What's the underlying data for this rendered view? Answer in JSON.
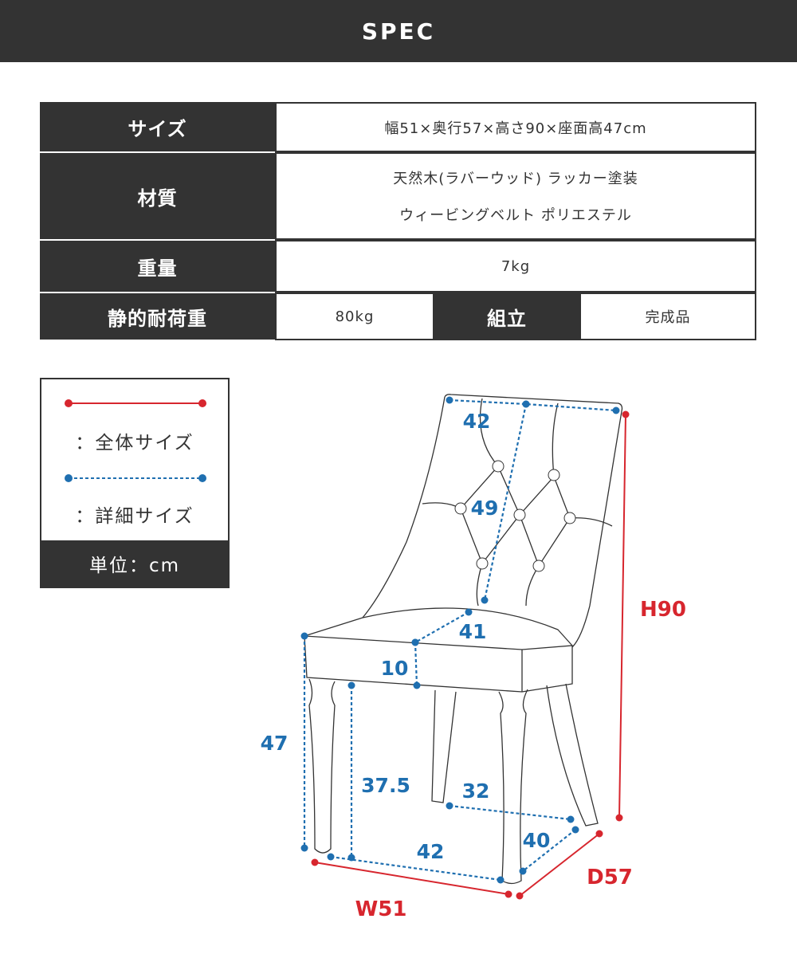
{
  "header": {
    "title": "SPEC"
  },
  "spec_table": {
    "size": {
      "label": "サイズ",
      "value": "幅51×奥行57×高さ90×座面高47cm"
    },
    "material": {
      "label": "材質",
      "lines": [
        "天然木(ラバーウッド) ラッカー塗装",
        "ウィービングベルト ポリエステル"
      ]
    },
    "weight": {
      "label": "重量",
      "value": "7kg"
    },
    "static_load": {
      "label": "静的耐荷重",
      "value": "80kg"
    },
    "assembly": {
      "label": "組立",
      "value": "完成品"
    }
  },
  "legend": {
    "overall_label": "：全体サイズ",
    "detail_label": "：詳細サイズ",
    "unit_label": "単位：cm"
  },
  "colors": {
    "dark": "#333333",
    "overall": "#d7262e",
    "detail": "#1f6fb0"
  },
  "diagram": {
    "detail": {
      "back_width": "42",
      "back_height": "49",
      "seat_depth": "41",
      "seat_thickness": "10",
      "seat_height": "47",
      "under_seat_height": "37.5",
      "back_leg_width": "32",
      "leg_width": "42",
      "leg_depth": "40"
    },
    "overall": {
      "height": "H90",
      "width": "W51",
      "depth": "D57"
    }
  }
}
